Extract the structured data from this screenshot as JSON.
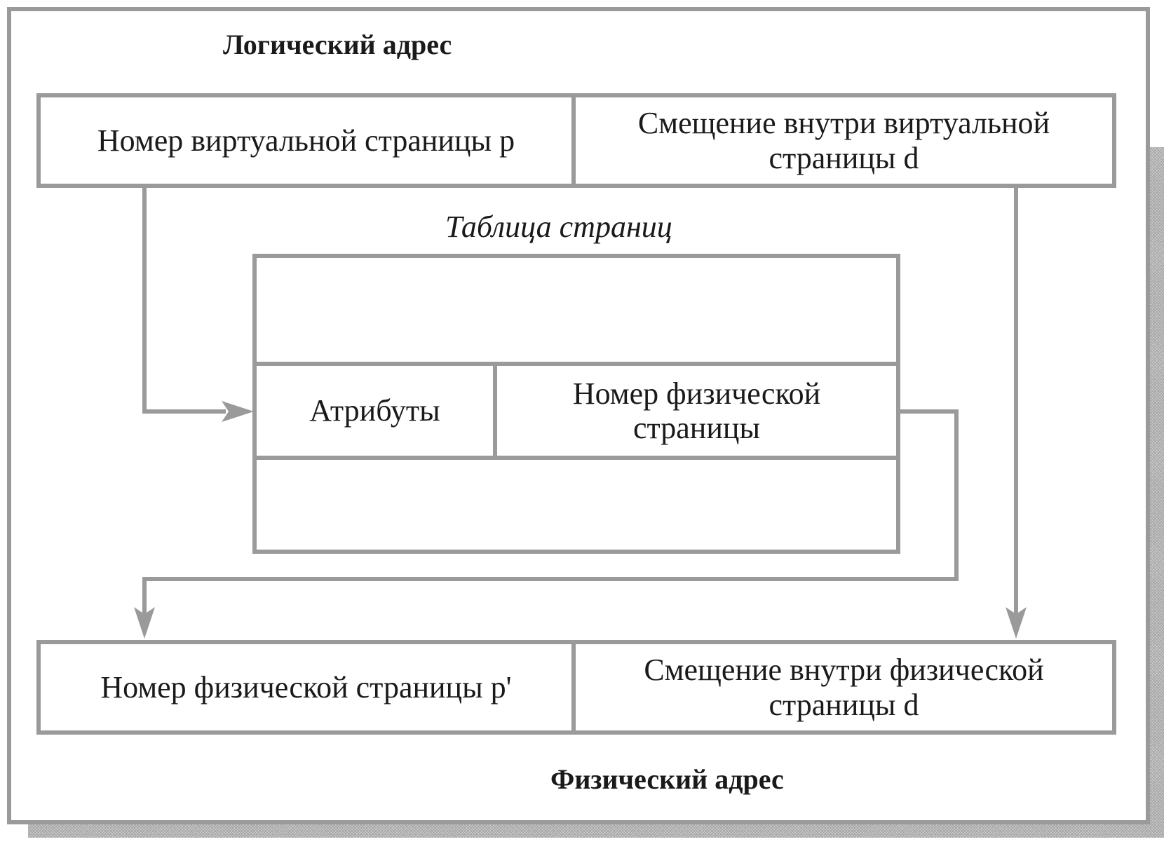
{
  "diagram": {
    "logical_address": {
      "title": "Логический адрес",
      "virtual_page_number": "Номер виртуальной страницы p",
      "offset_line1": "Смещение внутри виртуальной",
      "offset_line2": "страницы d"
    },
    "page_table": {
      "title": "Таблица страниц",
      "attributes": "Атрибуты",
      "frame_number_line1": "Номер физической",
      "frame_number_line2": "страницы"
    },
    "physical_address": {
      "title": "Физический адрес",
      "physical_page_number": "Номер физической страницы p'",
      "offset_line1": "Смещение внутри физической",
      "offset_line2": "страницы d"
    },
    "colors": {
      "line": "#9a9a9a",
      "text": "#1a1a1a",
      "shadow": "#c8c8c8"
    }
  }
}
